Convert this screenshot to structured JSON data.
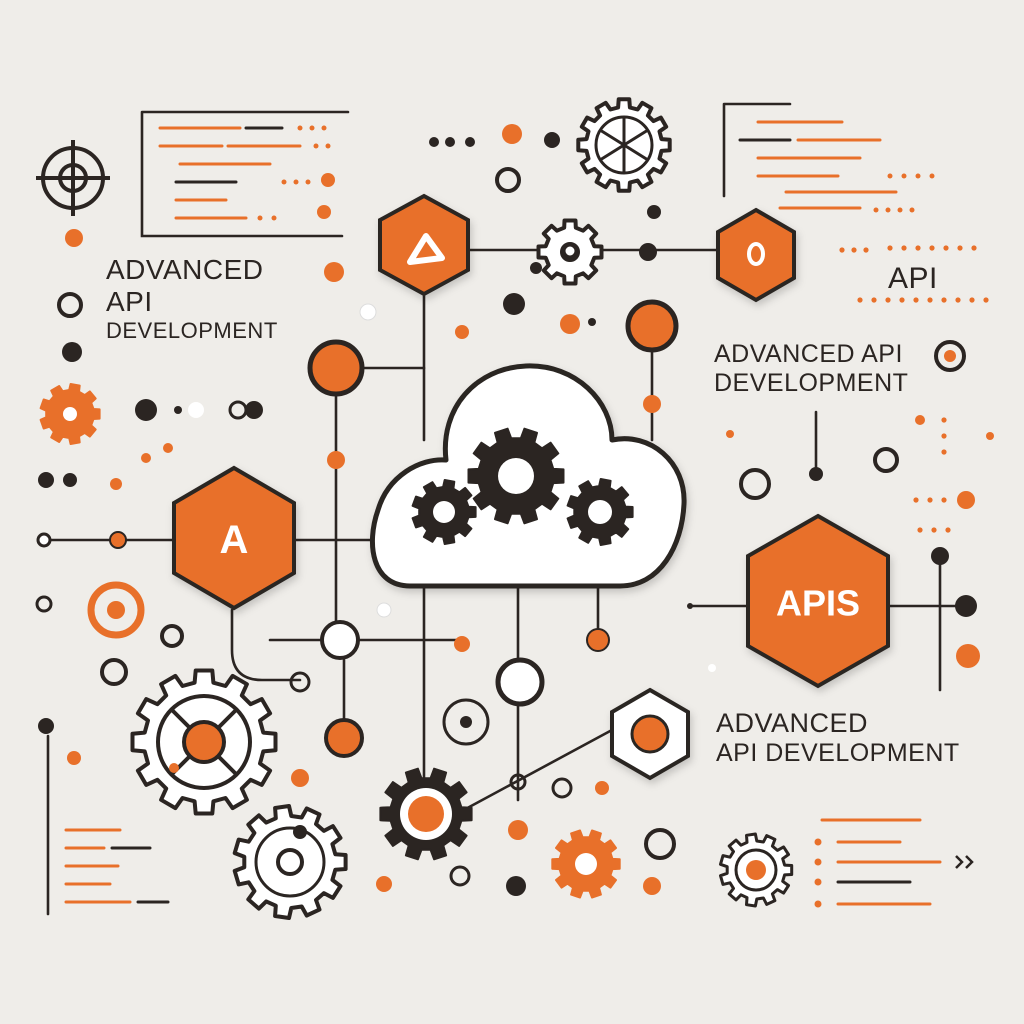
{
  "colors": {
    "background": "#efede9",
    "accent": "#e8702a",
    "ink": "#2b2522",
    "white": "#ffffff"
  },
  "hexes": {
    "top_left": {
      "glyph": "triangle-glyph-icon"
    },
    "top_right": {
      "glyph": "circle-glyph-icon"
    },
    "left": {
      "label": "A"
    },
    "right": {
      "label": "APIS"
    }
  },
  "labels": {
    "top_left_line1": "ADVANCED",
    "top_left_line2": "API",
    "top_left_line3": "DEVELOPMENT",
    "top_right": "API",
    "mid_right_line1": "ADVANCED API",
    "mid_right_line2": "DEVELOPMENT",
    "bottom_right_line1": "ADVANCED",
    "bottom_right_line2": "API DEVELOPMENT"
  },
  "icons": {
    "center": "cloud-gears-icon",
    "gears": [
      "gear-icon",
      "hex-nut-icon",
      "crosshair-icon"
    ],
    "code": "code-window-icon"
  }
}
